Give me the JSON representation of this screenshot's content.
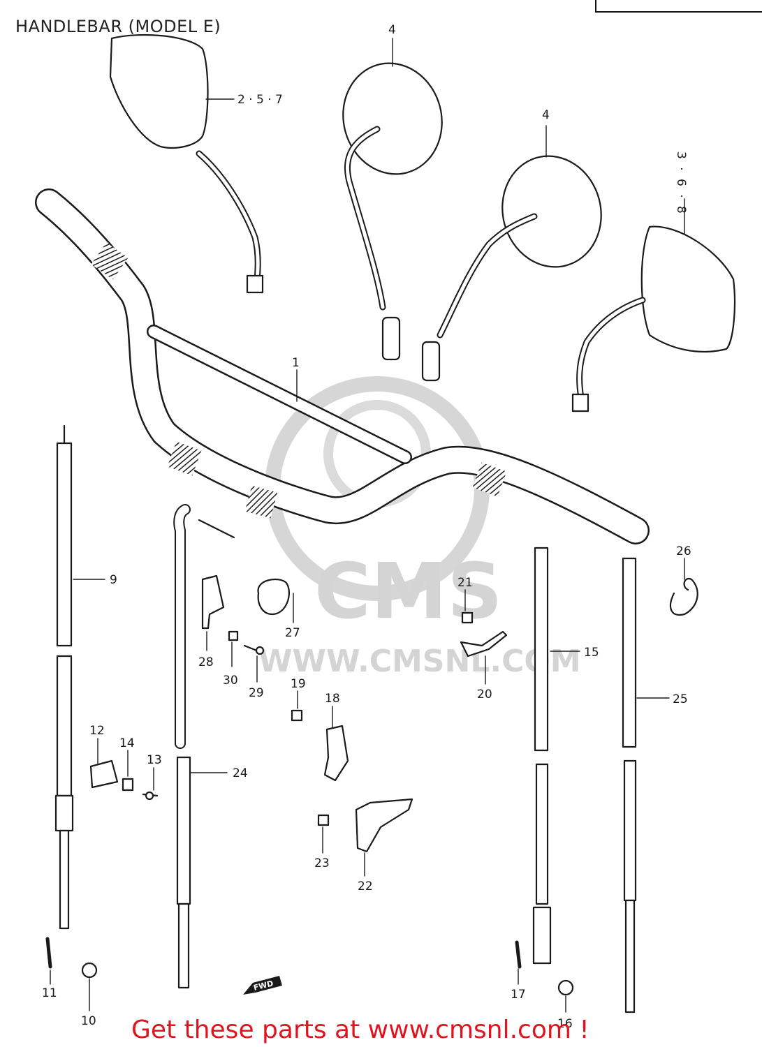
{
  "header": {
    "title": "HANDLEBAR (MODEL E)"
  },
  "footer": {
    "promo": "Get these parts at www.cmsnl.com !"
  },
  "watermark": {
    "brand": "CMS",
    "url": "WWW.CMSNL.COM",
    "color": "#c8c8c8"
  },
  "fwd_mark": "FWD",
  "callouts": [
    {
      "id": "c1",
      "text": "1"
    },
    {
      "id": "c257",
      "text": "2 · 5 · 7"
    },
    {
      "id": "c368",
      "text": "3 · 6 · 8"
    },
    {
      "id": "c4a",
      "text": "4"
    },
    {
      "id": "c4b",
      "text": "4"
    },
    {
      "id": "c9",
      "text": "9"
    },
    {
      "id": "c10",
      "text": "10"
    },
    {
      "id": "c11",
      "text": "11"
    },
    {
      "id": "c12",
      "text": "12"
    },
    {
      "id": "c13",
      "text": "13"
    },
    {
      "id": "c14",
      "text": "14"
    },
    {
      "id": "c15",
      "text": "15"
    },
    {
      "id": "c16",
      "text": "16"
    },
    {
      "id": "c17",
      "text": "17"
    },
    {
      "id": "c18",
      "text": "18"
    },
    {
      "id": "c19",
      "text": "19"
    },
    {
      "id": "c20",
      "text": "20"
    },
    {
      "id": "c21",
      "text": "21"
    },
    {
      "id": "c22",
      "text": "22"
    },
    {
      "id": "c23",
      "text": "23"
    },
    {
      "id": "c24",
      "text": "24"
    },
    {
      "id": "c25",
      "text": "25"
    },
    {
      "id": "c26",
      "text": "26"
    },
    {
      "id": "c27",
      "text": "27"
    },
    {
      "id": "c28",
      "text": "28"
    },
    {
      "id": "c29",
      "text": "29"
    },
    {
      "id": "c30",
      "text": "30"
    }
  ],
  "colors": {
    "ink": "#1a1a1a",
    "promo": "#e0141e"
  }
}
